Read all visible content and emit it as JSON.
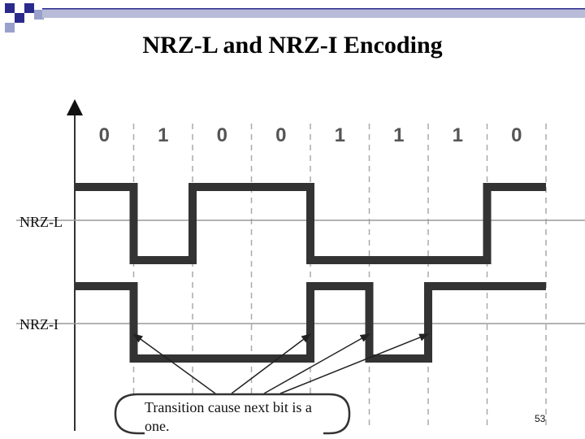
{
  "slide": {
    "title": "NRZ-L and NRZ-I Encoding",
    "page_number": "53"
  },
  "diagram": {
    "bits": [
      "0",
      "1",
      "0",
      "0",
      "1",
      "1",
      "1",
      "0"
    ],
    "signals": [
      {
        "label": "NRZ-L",
        "levels": [
          1,
          0,
          1,
          1,
          0,
          0,
          0,
          1
        ]
      },
      {
        "label": "NRZ-I",
        "levels": [
          1,
          0,
          0,
          0,
          1,
          0,
          1,
          1
        ]
      }
    ],
    "callout_text": "Transition cause next bit is a one.",
    "colors": {
      "accent": "#2a2a8c",
      "signal": "#333333",
      "grid": "#aaaaaa"
    }
  }
}
